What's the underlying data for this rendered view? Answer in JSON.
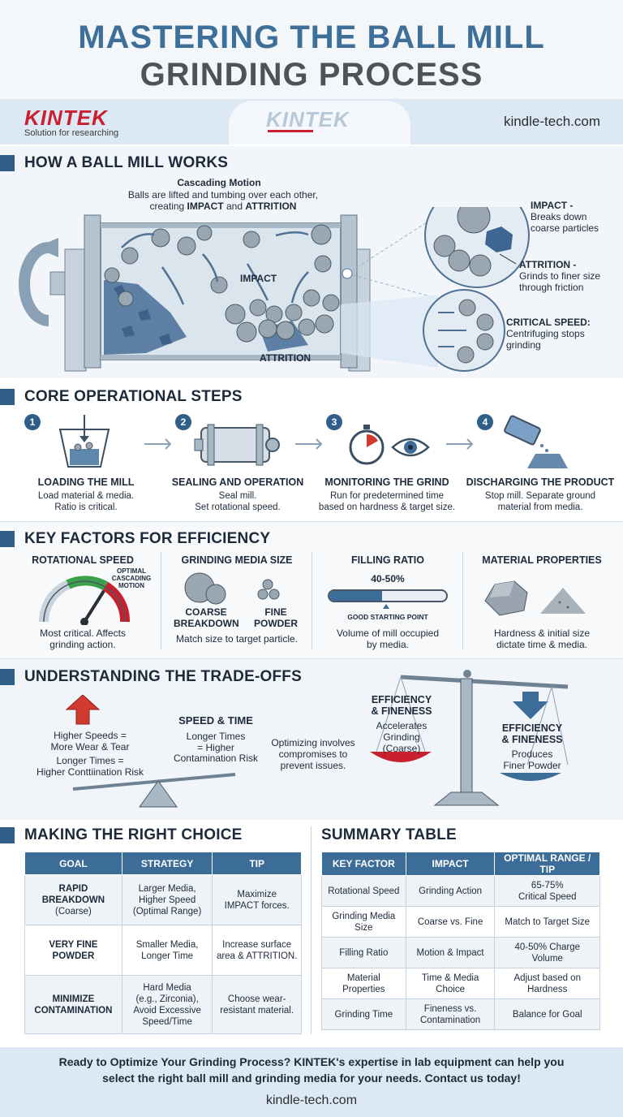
{
  "title": {
    "line1": "MASTERING THE BALL MILL",
    "line2": "GRINDING PROCESS"
  },
  "brand": {
    "logo": "KINTEK",
    "tagline": "Solution for researching",
    "center_logo": "KINTEK",
    "site": "kindle-tech.com"
  },
  "how": {
    "heading": "HOW A BALL MILL WORKS",
    "cascade_title": "Cascading Motion",
    "cascade_line1": "Balls are lifted and tumbing over each other,",
    "cascade_line2_pre": "creating ",
    "cascade_impact": "IMPACT",
    "cascade_and": " and ",
    "cascade_attrition": "ATTRITION",
    "impact_label": "IMPACT",
    "attrition_label": "ATTRITION",
    "callout_impact_title": "IMPACT -",
    "callout_impact_desc1": "Breaks down",
    "callout_impact_desc2": "coarse particles",
    "callout_attr_title": "ATTRITION -",
    "callout_attr_desc1": "Grinds to finer size",
    "callout_attr_desc2": "through friction",
    "callout_crit_title": "CRITICAL SPEED:",
    "callout_crit_desc1": "Centrifuging stops",
    "callout_crit_desc2": "grinding"
  },
  "steps": {
    "heading": "CORE OPERATIONAL STEPS",
    "items": [
      {
        "num": "1",
        "title": "LOADING THE MILL",
        "desc1": "Load material & media.",
        "desc2": "Ratio is critical."
      },
      {
        "num": "2",
        "title": "SEALING AND OPERATION",
        "desc1": "Seal mill.",
        "desc2": "Set rotational speed."
      },
      {
        "num": "3",
        "title": "MONITORING THE GRIND",
        "desc1": "Run for predetermined time",
        "desc2": "based on hardness & target size."
      },
      {
        "num": "4",
        "title": "DISCHARGING THE PRODUCT",
        "desc1": "Stop mill. Separate ground",
        "desc2": "material from media."
      }
    ]
  },
  "factors": {
    "heading": "KEY FACTORS FOR EFFICIENCY",
    "speed": {
      "title": "ROTATIONAL SPEED",
      "gauge_label1": "OPTIMAL",
      "gauge_label2": "CASCADING",
      "gauge_label3": "MOTION",
      "desc1": "Most critical. Affects",
      "desc2": "grinding action."
    },
    "media": {
      "title": "GRINDING MEDIA SIZE",
      "coarse1": "COARSE",
      "coarse2": "BREAKDOWN",
      "fine1": "FINE",
      "fine2": "POWDER",
      "desc": "Match size to target particle."
    },
    "filling": {
      "title": "FILLING RATIO",
      "range": "40-50%",
      "fill_fraction": 0.45,
      "marker": "GOOD STARTING POINT",
      "desc1": "Volume of mill occupied",
      "desc2": "by media."
    },
    "material": {
      "title": "MATERIAL PROPERTIES",
      "desc1": "Hardness & initial size",
      "desc2": "dictate time & media."
    }
  },
  "trade": {
    "heading": "UNDERSTANDING THE TRADE-OFFS",
    "left1": "Higher Speeds =",
    "left2": "More Wear & Tear",
    "left3": "Longer Times =",
    "left4": "Higher Conttiination Risk",
    "st_title": "SPEED & TIME",
    "st1": "Longer Times",
    "st2": "= Higher",
    "st3": "Contamination Risk",
    "opt1": "Optimizing involves",
    "opt2": "compromises to",
    "opt3": "prevent issues.",
    "ef_left_t1": "EFFICIENCY",
    "ef_left_t2": "& FINENESS",
    "ef_left_d1": "Accelerates",
    "ef_left_d2": "Grinding",
    "ef_left_d3": "(Coarse)",
    "ef_right_t1": "EFFICIENCY",
    "ef_right_t2": "& FINENESS",
    "ef_right_d1": "Produces",
    "ef_right_d2": "Finer Powder"
  },
  "choice": {
    "heading": "MAKING THE RIGHT CHOICE",
    "headers": [
      "GOAL",
      "STRATEGY",
      "TIP"
    ],
    "rows": [
      {
        "goal1": "RAPID",
        "goal2": "BREAKDOWN",
        "goal3": "(Coarse)",
        "s1": "Larger Media,",
        "s2": "Higher Speed",
        "s3": "(Optimal Range)",
        "t1": "Maximize",
        "t2": "IMPACT forces."
      },
      {
        "goal1": "VERY FINE",
        "goal2": "POWDER",
        "s1": "Smaller Media,",
        "s2": "Longer Time",
        "t1": "Increase surface",
        "t2": "area & ATTRITION."
      },
      {
        "goal1": "MINIMIZE",
        "goal2": "CONTAMINATION",
        "s1": "Hard Media",
        "s2": "(e.g., Zirconia),",
        "s3": "Avoid Excessive",
        "s4": "Speed/Time",
        "t1": "Choose wear-",
        "t2": "resistant material."
      }
    ]
  },
  "summary": {
    "heading": "SUMMARY TABLE",
    "headers": [
      "KEY FACTOR",
      "IMPACT",
      "OPTIMAL RANGE / TIP"
    ],
    "rows": [
      {
        "a1": "Rotational Speed",
        "b1": "Grinding Action",
        "c1": "65-75%",
        "c2": "Critical Speed"
      },
      {
        "a1": "Grinding Media",
        "a2": "Size",
        "b1": "Coarse vs. Fine",
        "c1": "Match to Target Size"
      },
      {
        "a1": "Filling Ratio",
        "b1": "Motion & Impact",
        "c1": "40-50% Charge",
        "c2": "Volume"
      },
      {
        "a1": "Material",
        "a2": "Properties",
        "b1": "Time & Media",
        "b2": "Choice",
        "c1": "Adjust based on",
        "c2": "Hardness"
      },
      {
        "a1": "Grinding Time",
        "b1": "Fineness vs.",
        "b2": "Contamination",
        "c1": "Balance for Goal"
      }
    ]
  },
  "cta": {
    "line1": "Ready to Optimize Your Grinding Process? KINTEK's expertise in lab equipment can help you",
    "line2": "select the right ball mill and grinding media for your needs. Contact us today!",
    "site": "kindle-tech.com"
  },
  "colors": {
    "primary": "#3c6d98",
    "dark": "#1d2a3a",
    "accent_red": "#c8202f",
    "gauge_green": "#3aa04a"
  }
}
